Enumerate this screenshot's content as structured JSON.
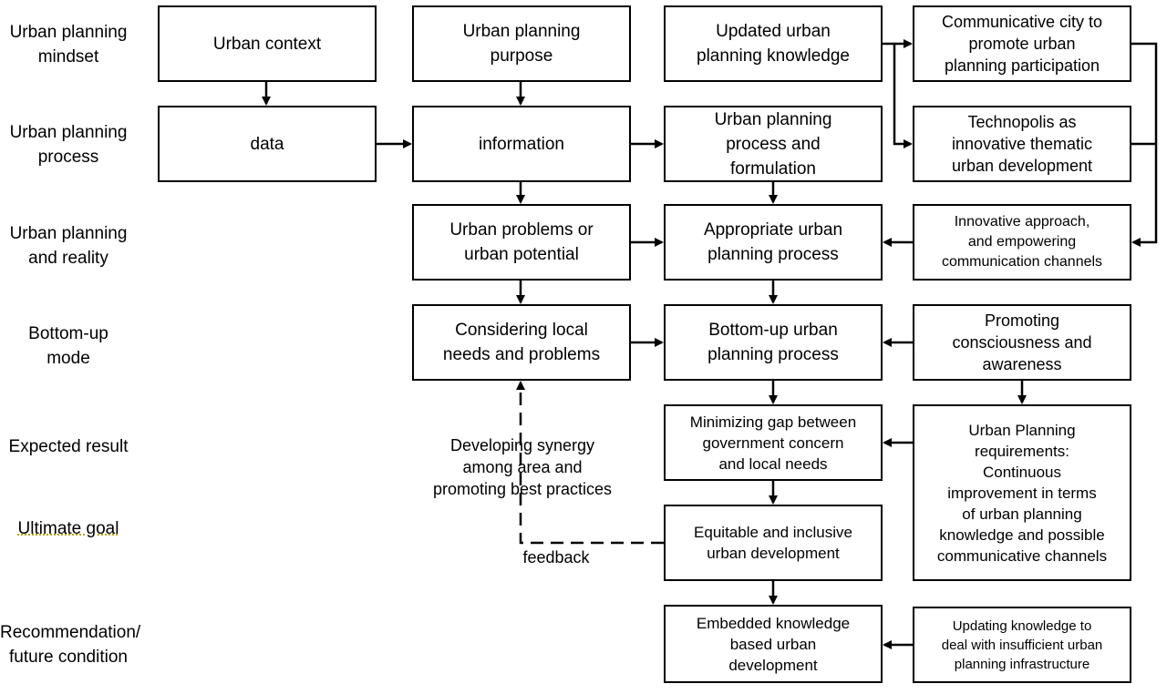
{
  "row_labels": [
    "Urban planning\nmindset",
    "Urban planning\nprocess",
    "Urban planning\nand reality",
    "Bottom-up\nmode",
    "Expected result",
    "Ultimate goal",
    "Recommendation/\nfuture condition"
  ],
  "boxes": {
    "urban_context": "Urban context",
    "urban_planning_purpose": "Urban planning\npurpose",
    "updated_knowledge": "Updated urban\nplanning knowledge",
    "communicative_city": "Communicative city to\npromote urban\nplanning participation",
    "data": "data",
    "information": "information",
    "process_formulation": "Urban planning\nprocess and\nformulation",
    "technopolis": "Technopolis as\ninnovative thematic\nurban development",
    "urban_problems": "Urban problems or\nurban potential",
    "appropriate_process": "Appropriate urban\nplanning process",
    "innovative_approach": "Innovative approach,\nand empowering\ncommunication channels",
    "considering_local": "Considering local\nneeds and problems",
    "bottom_up_process": "Bottom-up urban\nplanning process",
    "promoting_consciousness": "Promoting\nconsciousness and\nawareness",
    "minimizing_gap": "Minimizing gap between\ngovernment concern\nand local needs",
    "requirements": "Urban Planning\nrequirements:\nContinuous\nimprovement in terms\nof urban planning\nknowledge and possible\ncommunicative channels",
    "equitable": "Equitable and inclusive\nurban development",
    "embedded_knowledge": "Embedded knowledge\nbased urban\ndevelopment",
    "updating_knowledge": "Updating knowledge to\ndeal with insufficient urban\nplanning infrastructure"
  },
  "notes": {
    "synergy": "Developing synergy\namong area and\npromoting best practices",
    "feedback": "feedback"
  }
}
